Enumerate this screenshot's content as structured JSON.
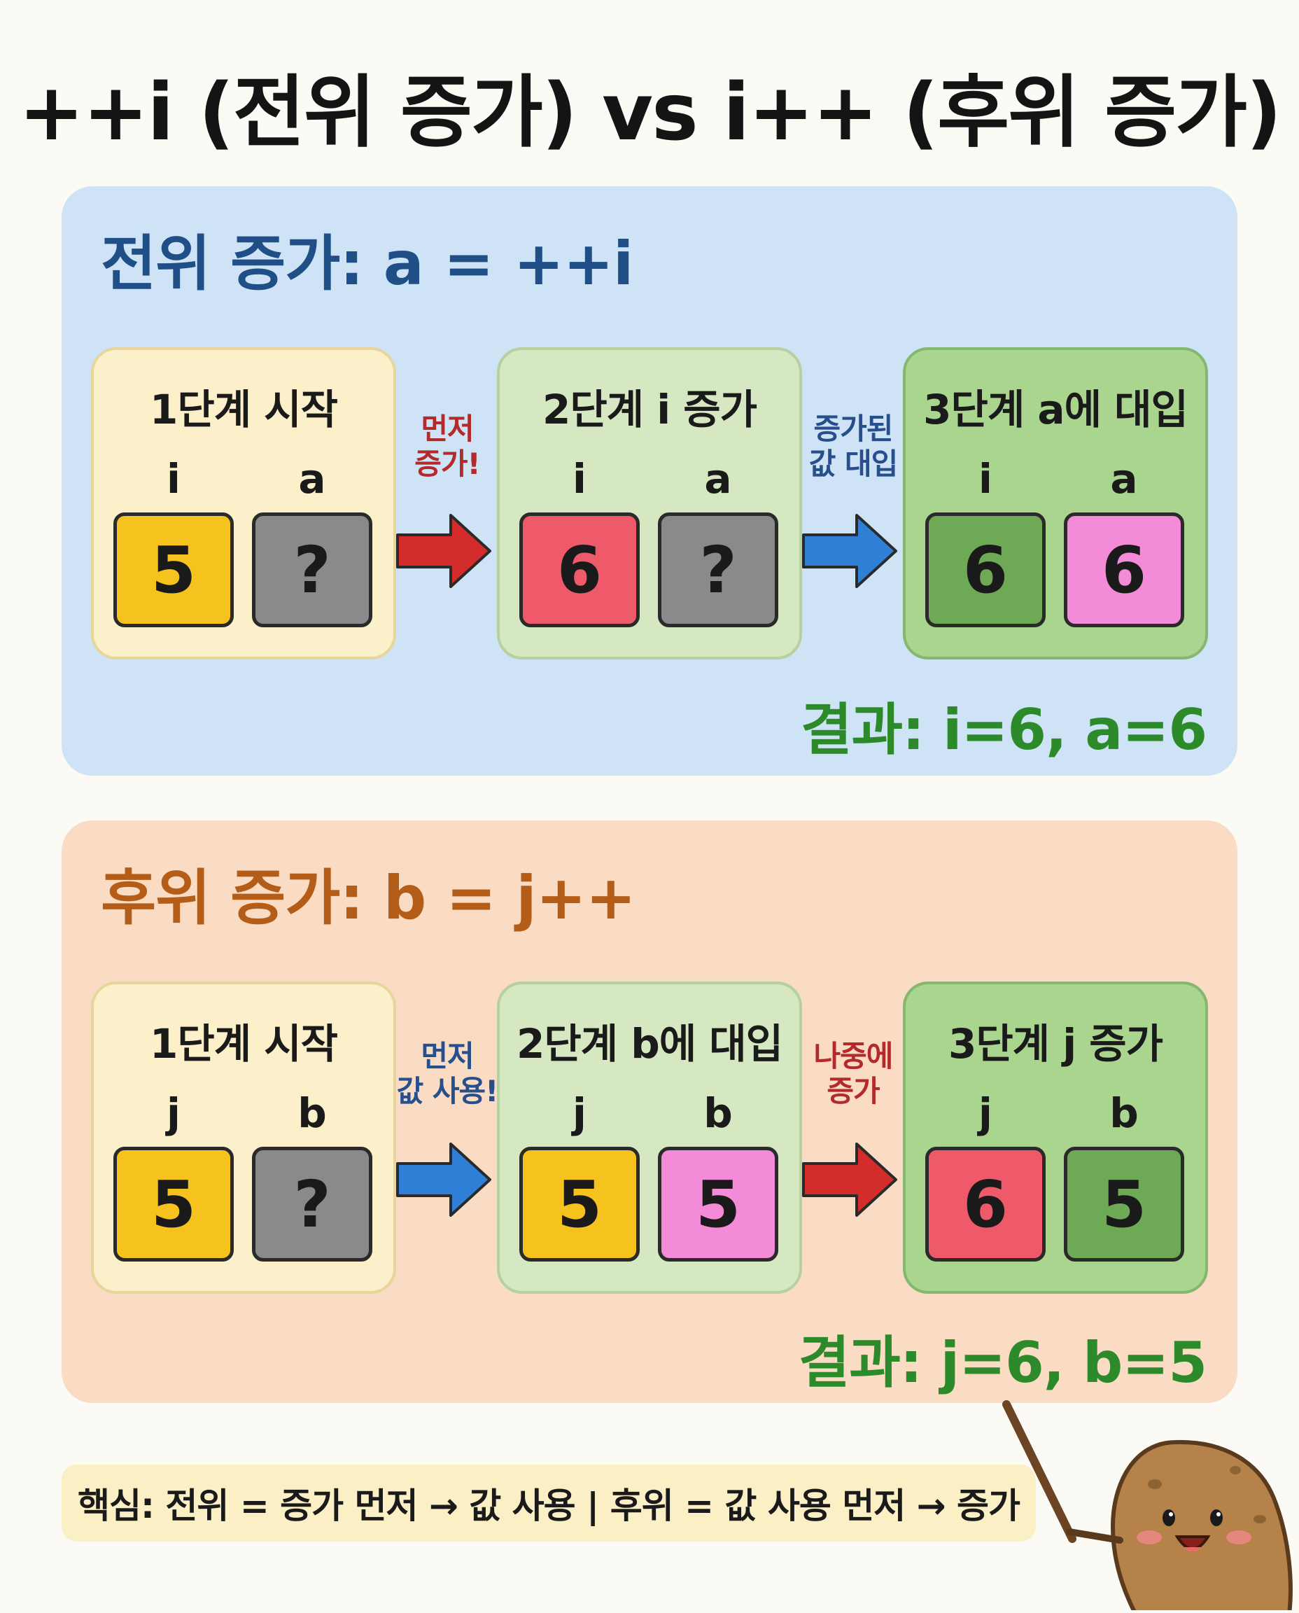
{
  "title": "++i (전위 증가) vs i++ (후위 증가)",
  "colors": {
    "yellow": "#f6c21d",
    "gray": "#8a8a8a",
    "red": "#ee5a6a",
    "green": "#6eaa55",
    "pink": "#f38bd8",
    "arrow_red": "#d42b2b",
    "arrow_blue": "#2f7fd6"
  },
  "prefix": {
    "title": "전위 증가: a = ++i",
    "steps": [
      {
        "title": "1단계 시작",
        "left_var": "i",
        "right_var": "a",
        "left_value": "5",
        "right_value": "?",
        "left_color": "yellow",
        "right_color": "gray"
      },
      {
        "title": "2단계 i 증가",
        "left_var": "i",
        "right_var": "a",
        "left_value": "6",
        "right_value": "?",
        "left_color": "red",
        "right_color": "gray"
      },
      {
        "title": "3단계 a에 대입",
        "left_var": "i",
        "right_var": "a",
        "left_value": "6",
        "right_value": "6",
        "left_color": "green",
        "right_color": "pink"
      }
    ],
    "arrows": [
      {
        "line1": "먼저",
        "line2": "증가!",
        "color": "arrow_red"
      },
      {
        "line1": "증가된",
        "line2": "값 대입",
        "color": "arrow_blue"
      }
    ],
    "result": "결과: i=6, a=6"
  },
  "postfix": {
    "title": "후위 증가: b = j++",
    "steps": [
      {
        "title": "1단계 시작",
        "left_var": "j",
        "right_var": "b",
        "left_value": "5",
        "right_value": "?",
        "left_color": "yellow",
        "right_color": "gray"
      },
      {
        "title": "2단계 b에 대입",
        "left_var": "j",
        "right_var": "b",
        "left_value": "5",
        "right_value": "5",
        "left_color": "yellow",
        "right_color": "pink"
      },
      {
        "title": "3단계 j 증가",
        "left_var": "j",
        "right_var": "b",
        "left_value": "6",
        "right_value": "5",
        "left_color": "red",
        "right_color": "green"
      }
    ],
    "arrows": [
      {
        "line1": "먼저",
        "line2": "값 사용!",
        "color": "arrow_blue"
      },
      {
        "line1": "나중에",
        "line2": "증가",
        "color": "arrow_red"
      }
    ],
    "result": "결과: j=6, b=5"
  },
  "key_note": "핵심: 전위 = 증가 먼저 → 값 사용 | 후위 = 값 사용 먼저 → 증가",
  "mascot": {
    "icon": "potato-mascot-icon"
  }
}
